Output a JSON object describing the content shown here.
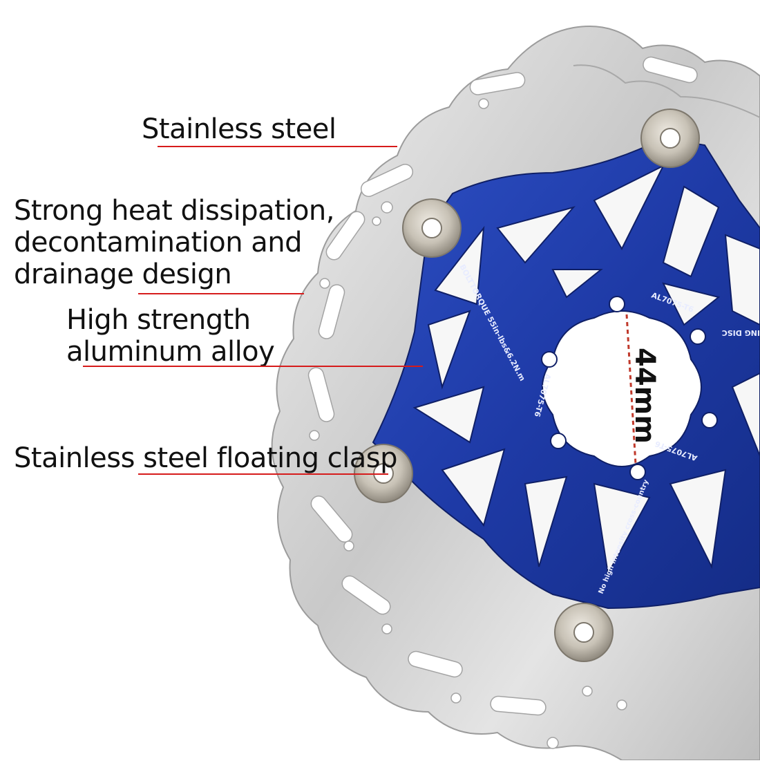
{
  "callouts": {
    "stainless_steel": "Stainless steel",
    "heat_dissipation": {
      "line1": "Strong heat dissipation,",
      "line2": "decontamination and",
      "line3": "drainage design"
    },
    "aluminum": {
      "line1": "High strength",
      "line2": "aluminum alloy"
    },
    "floating_clasp": "Stainless steel floating clasp"
  },
  "dimension": "44mm",
  "rotor_engravings": {
    "bolt_torque": "BOLTTORQUE 55in-lbs&6.2N.m",
    "material_1": "AL7075-T6",
    "material_2": "AL7075-T6",
    "material_3": "AL7075-T6",
    "disc_text": "ING DISC",
    "usage": "No high intensity cross-country"
  },
  "colors": {
    "spider_blue": "#1f3fae",
    "spider_blue_dark": "#14287a",
    "steel": "#d6d6d6",
    "steel_dark": "#9a9a9a",
    "callout_rule": "#d61b1b",
    "dimension_line": "#c0392b"
  }
}
